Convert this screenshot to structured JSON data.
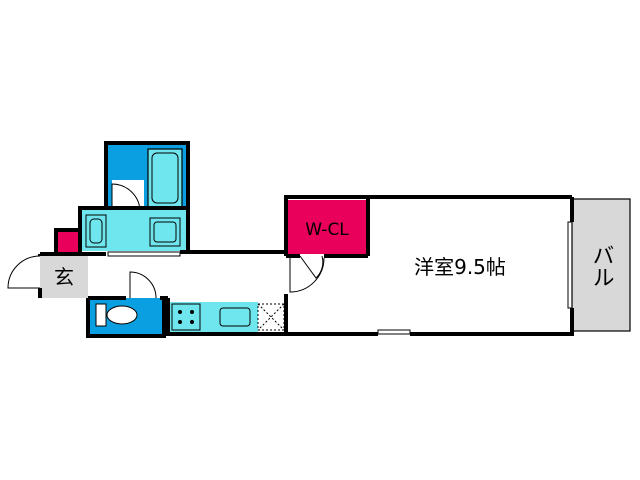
{
  "rooms": {
    "entrance": "玄",
    "walk_in_closet": "W-CL",
    "western_room": "洋室9.5帖",
    "balcony": "バル"
  },
  "colors": {
    "bath": "#0a9fe0",
    "washroom": "#6fe6ee",
    "toilet": "#0a9fe0",
    "kitchen": "#6fe6ee",
    "closet": "#e8005a",
    "shoe_box": "#e8005a",
    "entrance_floor": "#d8d8d8",
    "balcony": "#d8d8d8",
    "wall": "#000000"
  }
}
